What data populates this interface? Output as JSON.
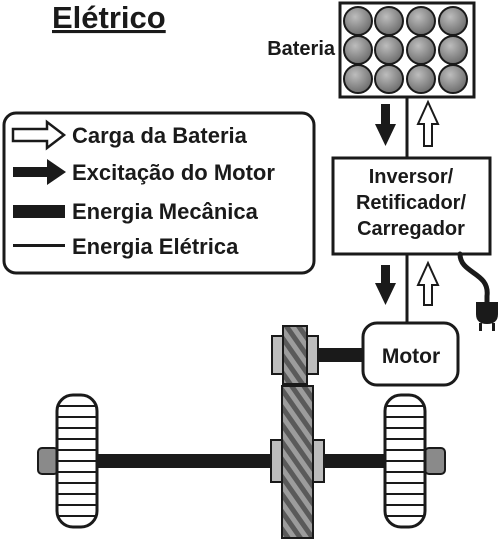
{
  "title": "Elétrico",
  "battery": {
    "label": "Bateria"
  },
  "legend": [
    {
      "icon": "hollow-arrow-icon",
      "label": "Carga da Bateria"
    },
    {
      "icon": "solid-arrow-icon",
      "label": "Excitação do Motor"
    },
    {
      "icon": "thick-bar-icon",
      "label": "Energia Mecânica"
    },
    {
      "icon": "thin-line-icon",
      "label": "Energia Elétrica"
    }
  ],
  "inverter": {
    "line1": "Inversor/",
    "line2": "Retificador/",
    "line3": "Carregador"
  },
  "motor": {
    "label": "Motor"
  },
  "colors": {
    "ink": "#1a1a1a",
    "fill_light": "#e6e6e6",
    "fill_mid": "#9a9a9a",
    "fill_dark": "#555555"
  }
}
